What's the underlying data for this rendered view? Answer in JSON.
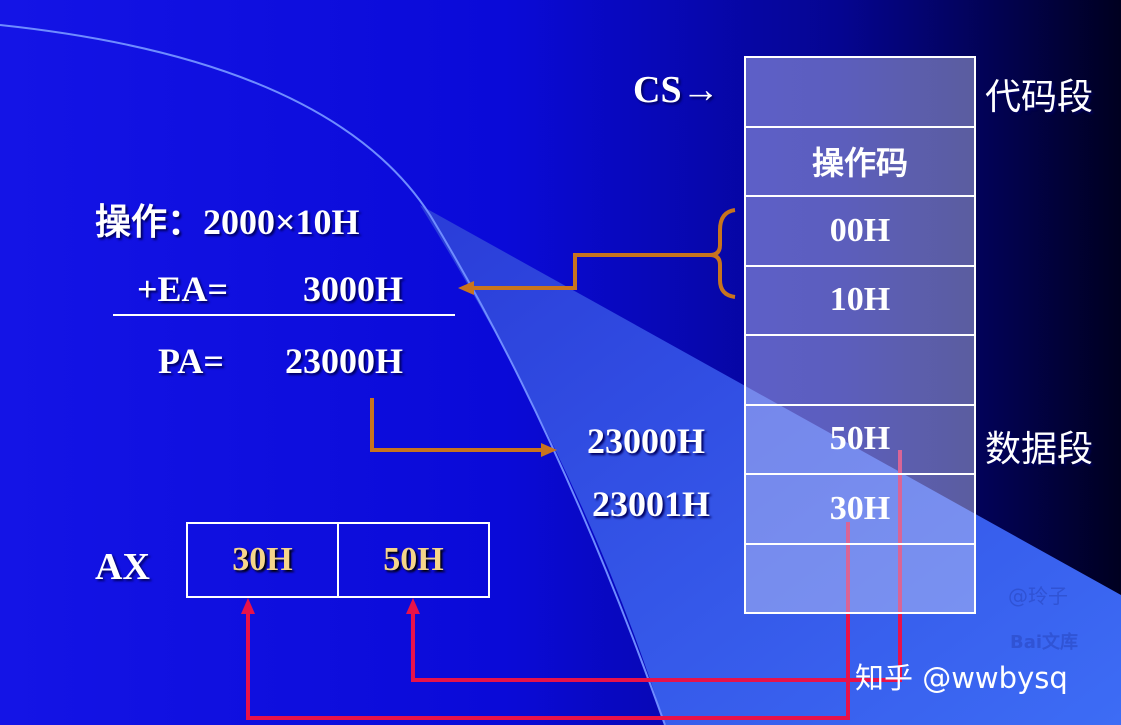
{
  "cs_label": "CS→",
  "code_segment_label": "代码段",
  "data_segment_label": "数据段",
  "memory_cells": [
    "",
    "操作码",
    "00H",
    "10H",
    "",
    "50H",
    "30H",
    ""
  ],
  "calc": {
    "line1": "操作：2000×10H",
    "line2_label": "+EA=",
    "line2_value": "3000H",
    "line3_label": "PA=",
    "line3_value": "23000H"
  },
  "addresses": [
    "23000H",
    "23001H"
  ],
  "register": {
    "name": "AX",
    "high": "30H",
    "low": "50H"
  },
  "watermark": "知乎 @wwbysq",
  "faint_watermarks": [
    "@玲子",
    "Bai文库"
  ],
  "colors": {
    "orange": "#c8741e",
    "red": "#e8124a"
  }
}
